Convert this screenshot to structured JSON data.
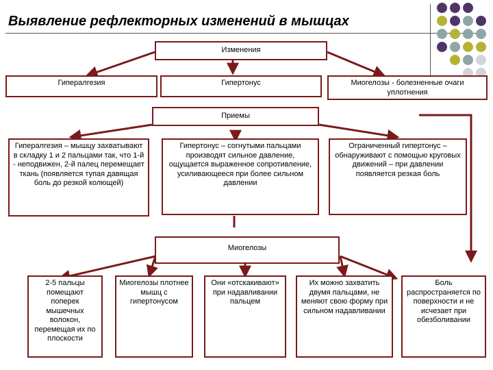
{
  "title": "Выявление рефлекторных изменений в мышцах",
  "dot_colors": {
    "purple": "#4e3566",
    "olive": "#b5b336",
    "teal": "#8ea6a6",
    "light": "#d3d3dc"
  },
  "arrow_color": "#7a1a1a",
  "level1": {
    "header": "Изменения",
    "items": [
      "Гипералгезия",
      "Гипертонус",
      "Миогелозы - болезненные очаги уплотнения"
    ]
  },
  "level2": {
    "header": "Приемы",
    "items": [
      "Гипералгезия – мышцу захватывают в складку 1 и 2 пальцами так, что 1-й - неподвижен, 2-й палец перемещает ткань (появляется тупая давящая боль до резкой колющей)",
      "Гипертонус – согнутыми пальцами производят сильное давление, ощущается выраженное сопротивление, усиливающееся при более сильном давлении",
      "Ограниченный гипертонус – обнаруживают с помощью круговых движений – при давлении появляется резкая боль"
    ]
  },
  "level3": {
    "header": "Миогелозы",
    "items": [
      "2-5 пальцы помещают поперек мышечных волокон, перемещая их по плоскости",
      "Миогелозы плотнее мышц с гипертонусом",
      "Они «отскакивают» при надавливании пальцем",
      "Их можно захватить двумя пальцами, не меняют свою форму при сильном надавливании",
      "Боль распространяется по поверхности и не исчезает при обезболивании"
    ]
  }
}
